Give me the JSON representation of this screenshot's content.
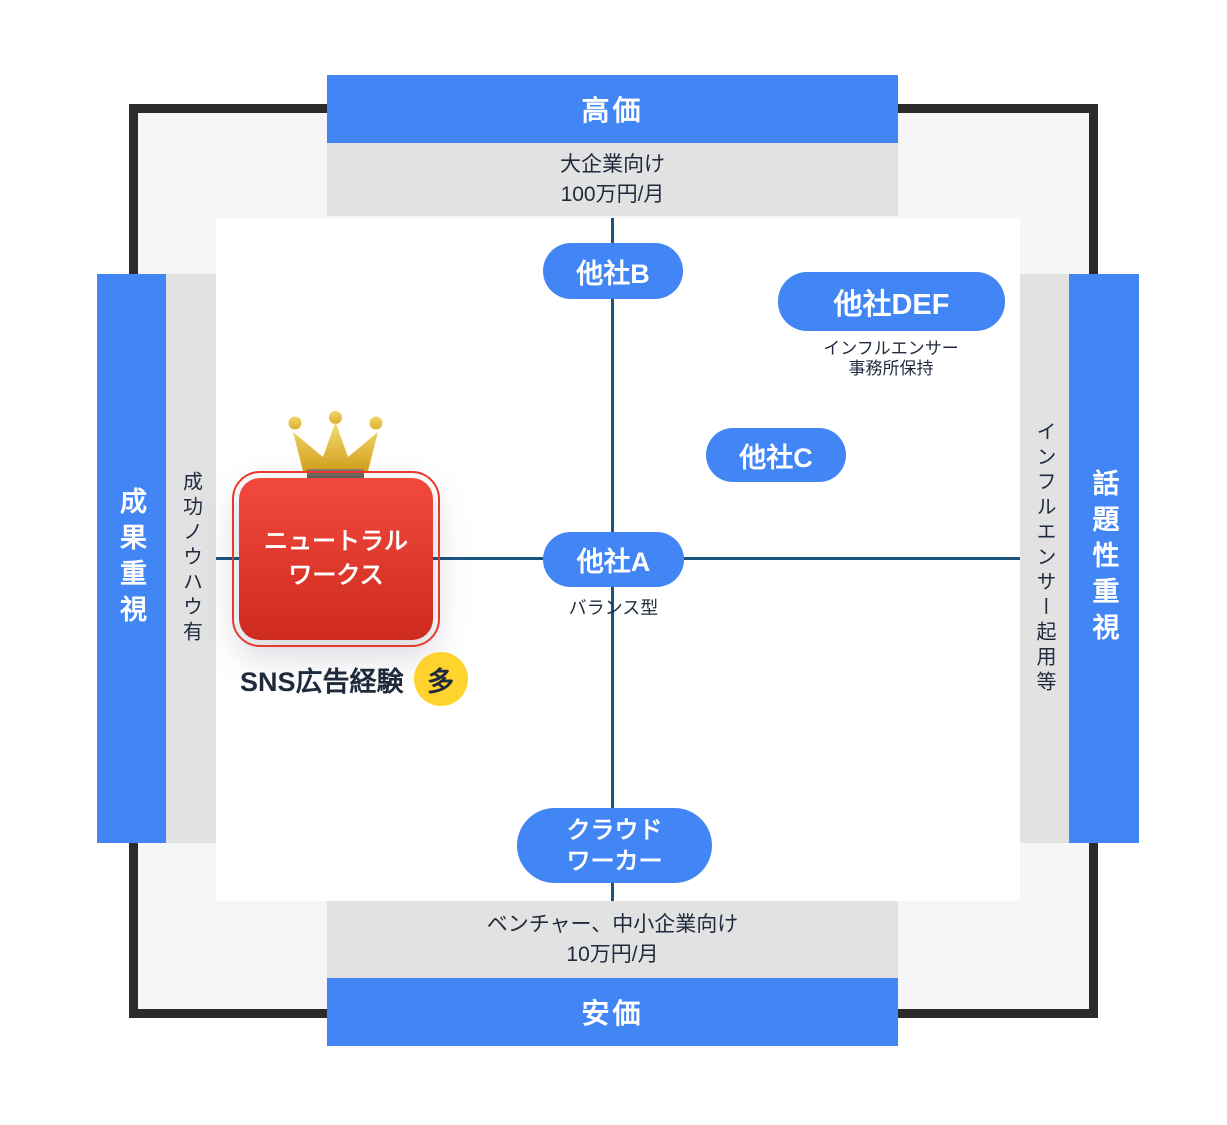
{
  "axes_edges": {
    "top": {
      "label": "高価",
      "note_line1": "大企業向け",
      "note_line2": "100万円/月"
    },
    "bottom": {
      "label": "安価",
      "note_line1": "ベンチャー、中小企業向け",
      "note_line2": "10万円/月"
    },
    "left": {
      "label": "成果重視",
      "note": "成功ノウハウ有"
    },
    "right": {
      "label": "話題性重視",
      "note": "インフルエンサー起用等"
    }
  },
  "competitors": {
    "b": {
      "label": "他社B"
    },
    "def": {
      "label": "他社DEF",
      "caption_line1": "インフルエンサー",
      "caption_line2": "事務所保持"
    },
    "c": {
      "label": "他社C"
    },
    "a": {
      "label": "他社A",
      "caption": "バランス型"
    },
    "cloud": {
      "label_line1": "クラウド",
      "label_line2": "ワーカー"
    }
  },
  "hero": {
    "name_line1": "ニュートラル",
    "name_line2": "ワークス",
    "badge_label": "SNS広告経験",
    "badge_value": "多",
    "crown_icon": "crown-icon"
  },
  "colors": {
    "blue": "#4285F4",
    "bar_gray": "#E2E2E2",
    "frame_fill": "#F5F6F8",
    "frame_border": "#2B2B2B",
    "axis": "#1C5480",
    "text_dark": "#1F2B3D",
    "red_border": "#E8392F",
    "red_grad_top": "#F2493E",
    "red_grad_bottom": "#CE2A1F",
    "badge_yellow": "#FFD32E",
    "gold_light": "#F6DC74",
    "gold_dark": "#D2A01C",
    "crown_base_dark": "#6E655F"
  }
}
